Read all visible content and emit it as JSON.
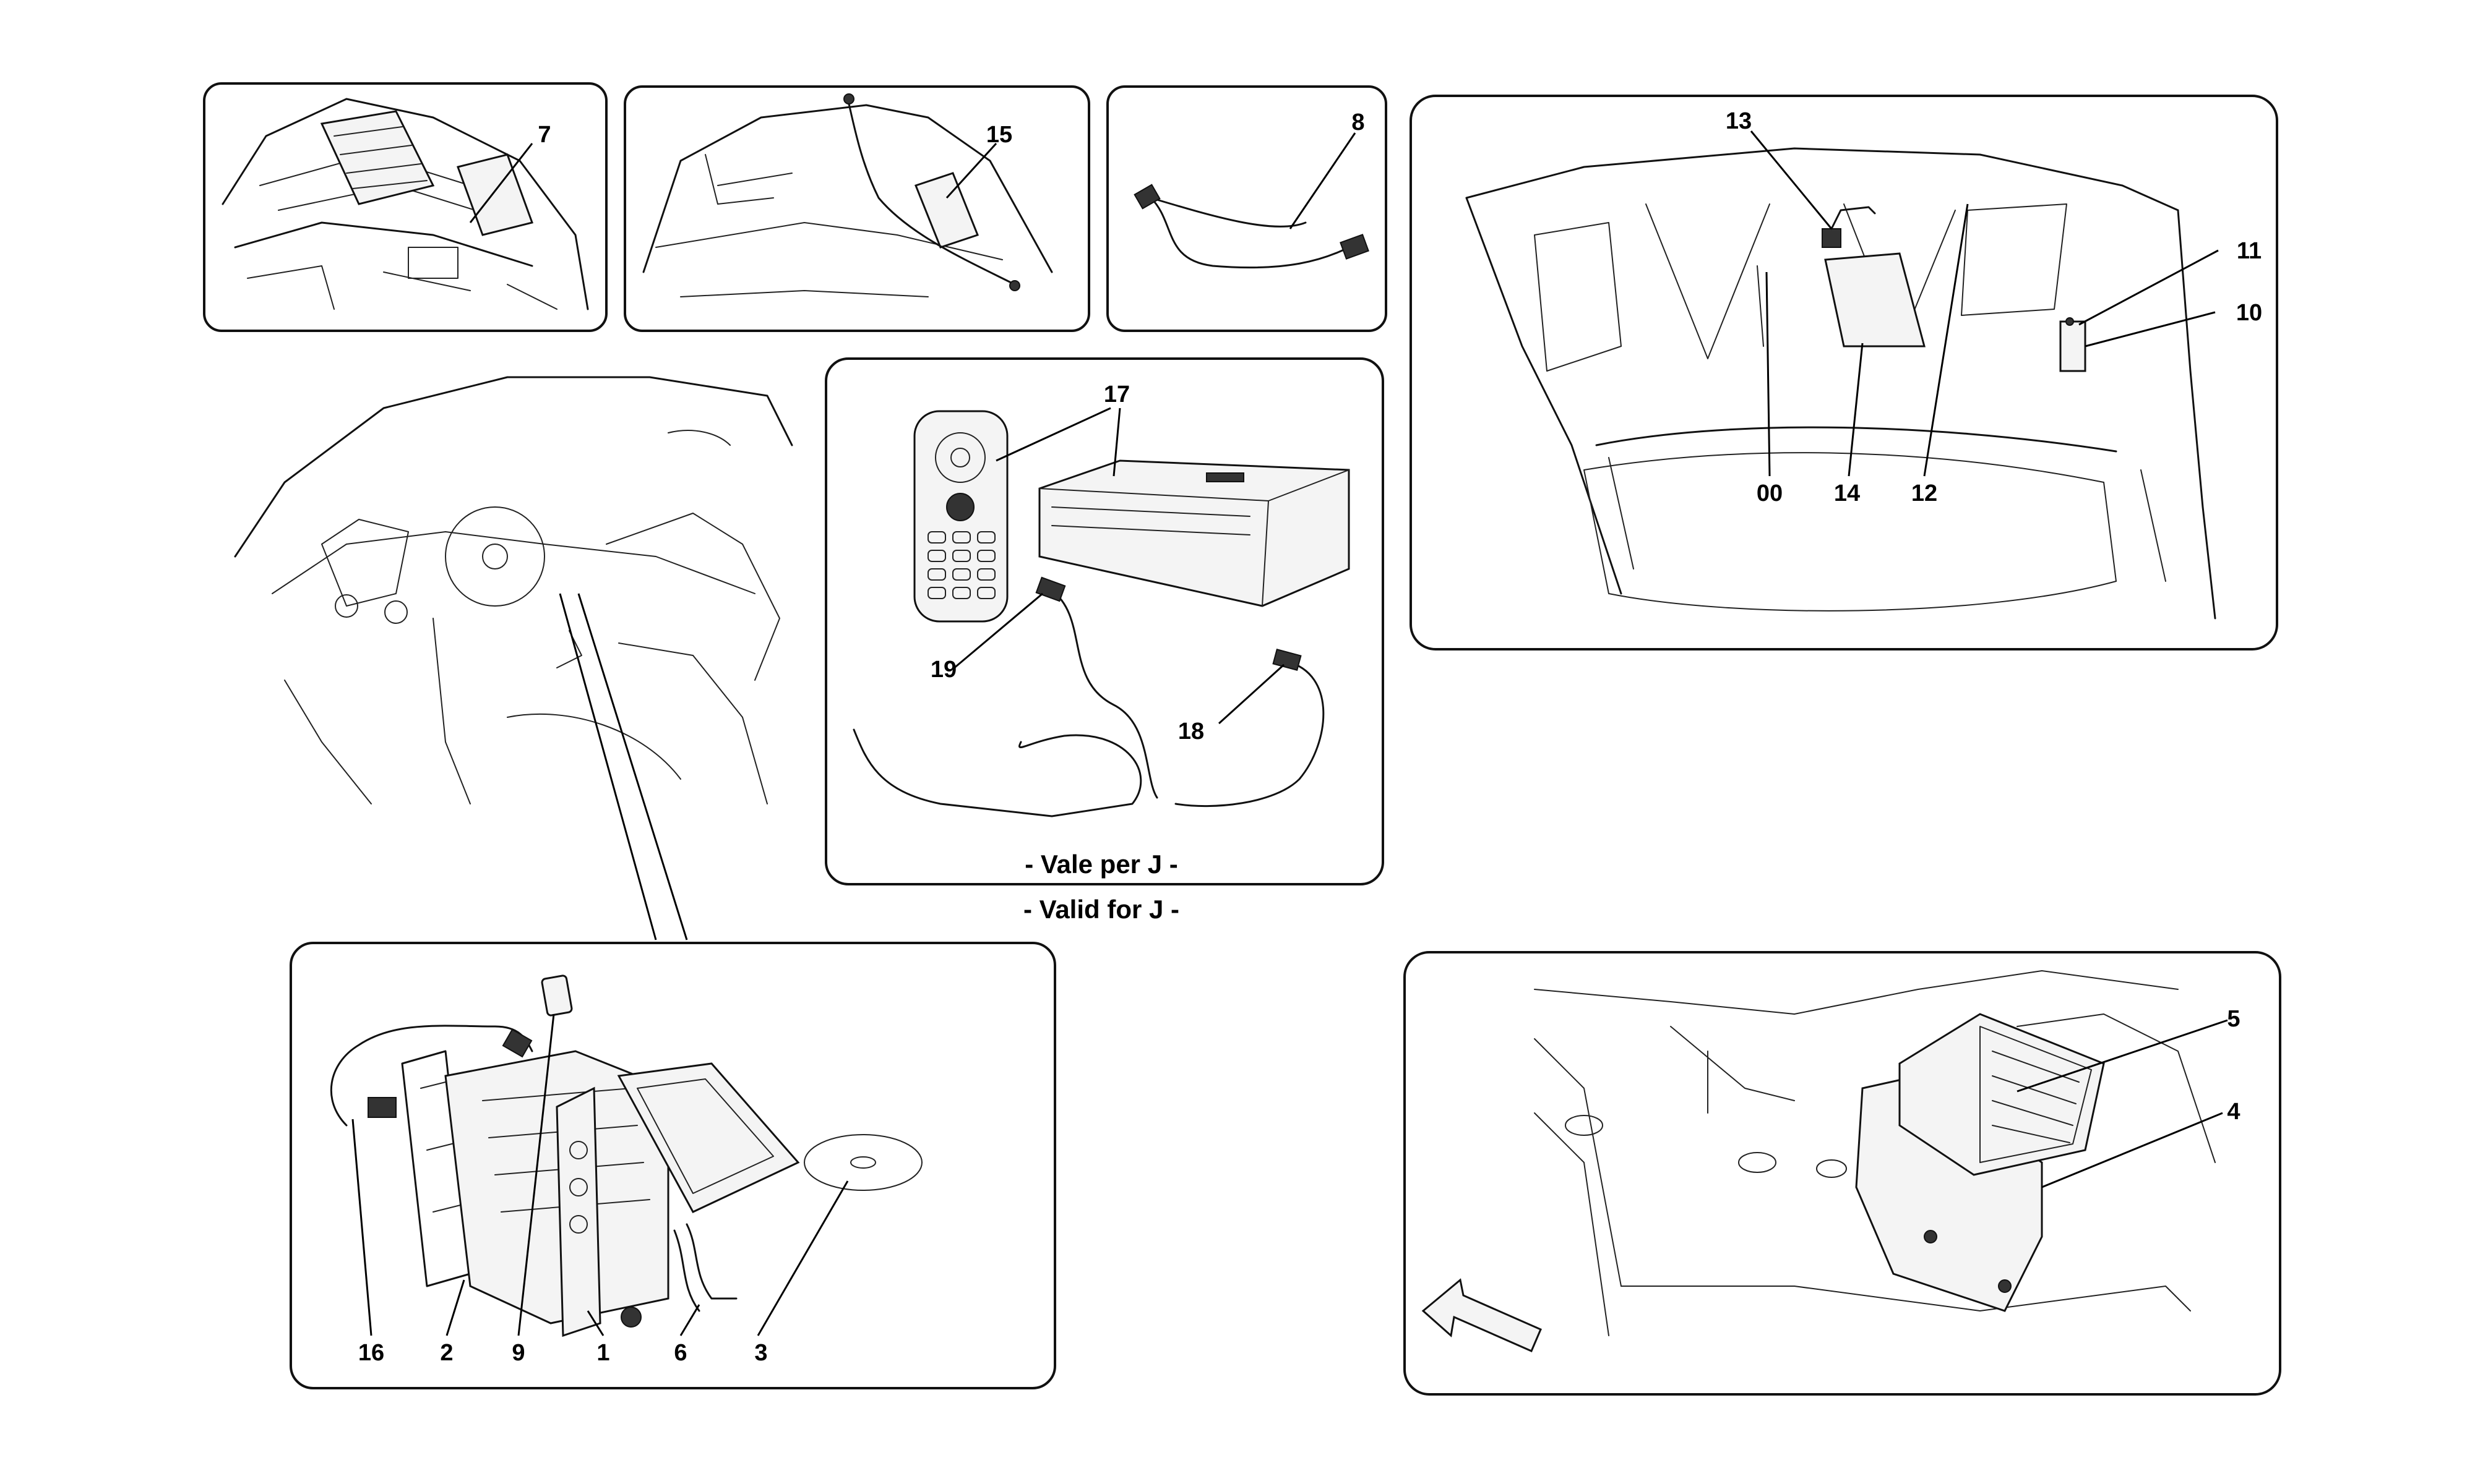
{
  "callouts": {
    "c1": "1",
    "c2": "2",
    "c3": "3",
    "c4": "4",
    "c5": "5",
    "c6": "6",
    "c7": "7",
    "c8": "8",
    "c9": "9",
    "c10": "10",
    "c11": "11",
    "c12": "12",
    "c13": "13",
    "c14": "14",
    "c15": "15",
    "c16": "16",
    "c17": "17",
    "c18": "18",
    "c19": "19",
    "c00": "00"
  },
  "captions": {
    "line1": "- Vale per J -",
    "line2": "- Valid for J -"
  },
  "icons": {
    "direction": "arrow-icon"
  }
}
